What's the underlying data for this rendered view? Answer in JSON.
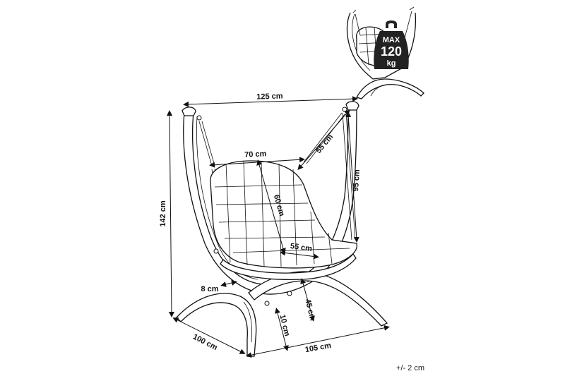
{
  "dimensions": {
    "width": "125 cm",
    "height": "142 cm",
    "strap_length": "55 cm",
    "seat_width": "70 cm",
    "seat_height": "60 cm",
    "hanging_length": "95 cm",
    "seat_depth": "55 cm",
    "beam_thickness": "8 cm",
    "ground_clearance": "45 cm",
    "base_height": "10 cm",
    "base_depth": "100 cm",
    "base_width": "105 cm"
  },
  "weight_badge": {
    "line1": "MAX",
    "line2": "120",
    "line3": "kg"
  },
  "tolerance": "+/- 2 cm"
}
